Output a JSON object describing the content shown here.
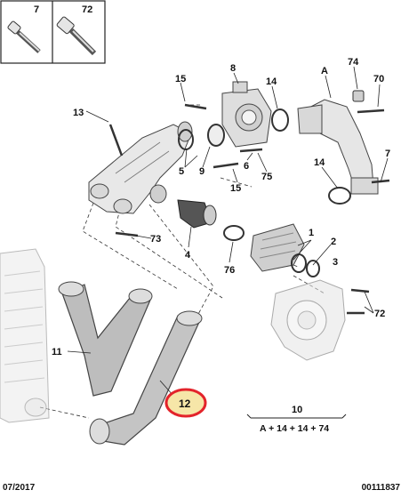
{
  "inset": {
    "left_label": "7",
    "right_label": "72"
  },
  "callouts": {
    "c15a": "15",
    "c8": "8",
    "cA": "A",
    "c74": "74",
    "c70": "70",
    "c13": "13",
    "c14a": "14",
    "c5": "5",
    "c9": "9",
    "c6": "6",
    "c75": "75",
    "c7b": "7",
    "c15b": "15",
    "c14b": "14",
    "c73": "73",
    "c4": "4",
    "c1": "1",
    "c2": "2",
    "c3": "3",
    "c76": "76",
    "c72b": "72",
    "c11": "11",
    "c12": "12"
  },
  "formula": {
    "number": "10",
    "text": "A + 14 + 14 + 74"
  },
  "footer": {
    "date": "07/2017",
    "ref": "00111837"
  },
  "highlight_color": "#e3242b"
}
